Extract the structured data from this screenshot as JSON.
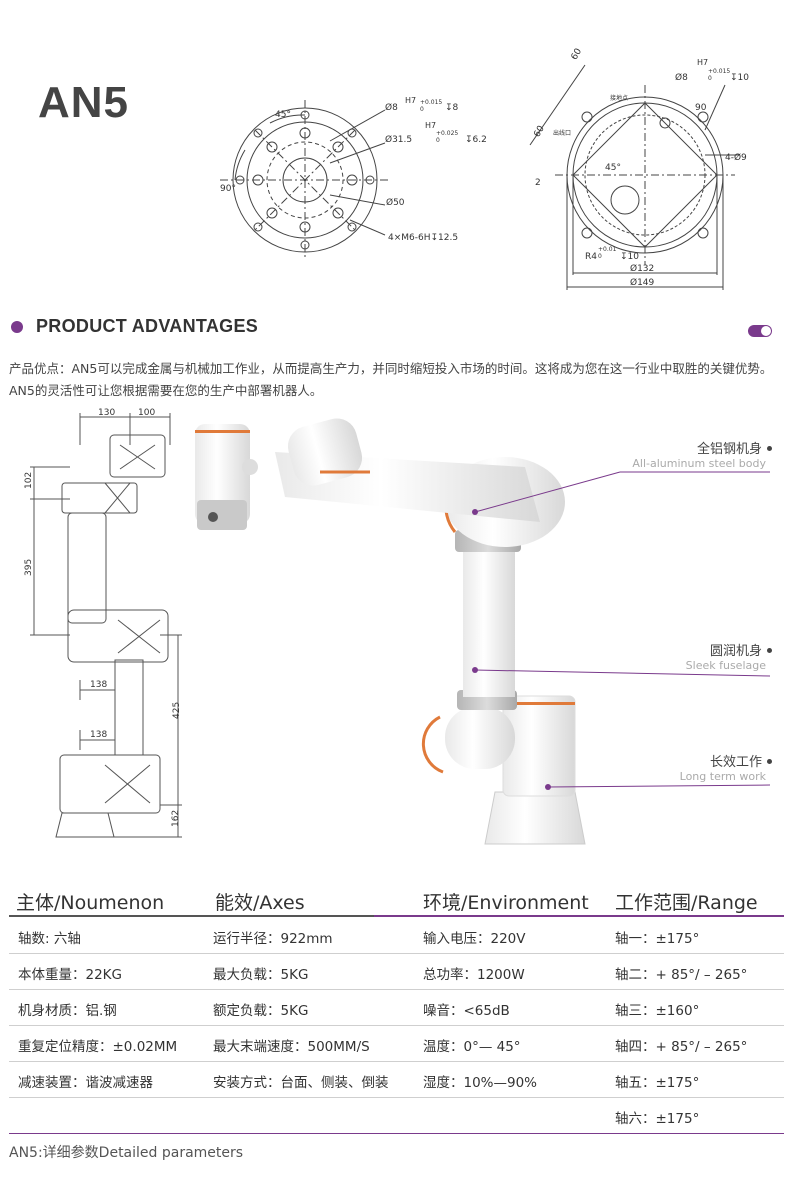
{
  "title": "AN5",
  "drawing_top_left": {
    "angle_45": "45°",
    "angle_90": "90°",
    "h7_a": "H7",
    "tol_a": "+0.015",
    "tol_a0": "0",
    "dim_phi8": "Ø8",
    "depth8": "↧8",
    "h7_b": "H7",
    "tol_b": "+0.025",
    "tol_b0": "0",
    "dim_phi31_5": "Ø31.5",
    "depth6_2": "↧6.2",
    "dim_phi50": "Ø50",
    "thread": "4×M6-6H↧12.5"
  },
  "drawing_top_right": {
    "dim_60": "60",
    "h7": "H7",
    "tol": "+0.015",
    "tol0": "0",
    "dim_phi8": "Ø8",
    "depth10": "↧10",
    "ground": "接地点",
    "dim_90": "90",
    "dim_45": "45°",
    "outlet": "出线口",
    "dim_60b": "60",
    "dim_2": "2",
    "holes": "4-Ø9",
    "r4": "R4",
    "tol_r4": "+0.01",
    "tol_r40": "0",
    "depth10b": "↧10",
    "dim_phi132": "Ø132",
    "dim_phi149": "Ø149"
  },
  "advantages": {
    "heading": "PRODUCT ADVANTAGES",
    "description": "产品优点：AN5可以完成金属与机械加工作业，从而提高生产力，并同时缩短投入市场的时间。这将成为您在这一行业中取胜的关键优势。AN5的灵活性可让您根据需要在您的生产中部署机器人。"
  },
  "side_dims": {
    "d130": "130",
    "d100": "100",
    "d102": "102",
    "d395": "395",
    "d138a": "138",
    "d425": "425",
    "d138b": "138",
    "d162": "162"
  },
  "features": [
    {
      "zh": "全铝钢机身",
      "en": "All-aluminum steel body"
    },
    {
      "zh": "圆润机身",
      "en": "Sleek fuselage"
    },
    {
      "zh": "长效工作",
      "en": "Long term work"
    }
  ],
  "table": {
    "headers": [
      "主体/Noumenon",
      "能效/Axes",
      "环境/Environment",
      "工作范围/Range"
    ],
    "rows": [
      [
        "轴数:       六轴",
        "运行半径：922mm",
        "输入电压：220V",
        "轴一：±175°"
      ],
      [
        "本体重量：22KG",
        "最大负载：5KG",
        "总功率：1200W",
        "轴二：+ 85°/ – 265°"
      ],
      [
        "机身材质：铝.钢",
        "额定负载：5KG",
        "噪音：<65dB",
        "轴三：±160°"
      ],
      [
        "重复定位精度：±0.02MM",
        "最大末端速度：500MM/S",
        "温度：0°— 45°",
        "轴四：+ 85°/ – 265°"
      ],
      [
        "减速装置：谐波减速器",
        "安装方式：台面、侧装、倒装",
        "湿度：10%—90%",
        "轴五：±175°"
      ],
      [
        "",
        "",
        "",
        "轴六：±175°"
      ]
    ]
  },
  "caption": "AN5:详细参数Detailed parameters",
  "colors": {
    "accent": "#7a3a8c",
    "orange": "#e07a3a",
    "text": "#333333"
  }
}
